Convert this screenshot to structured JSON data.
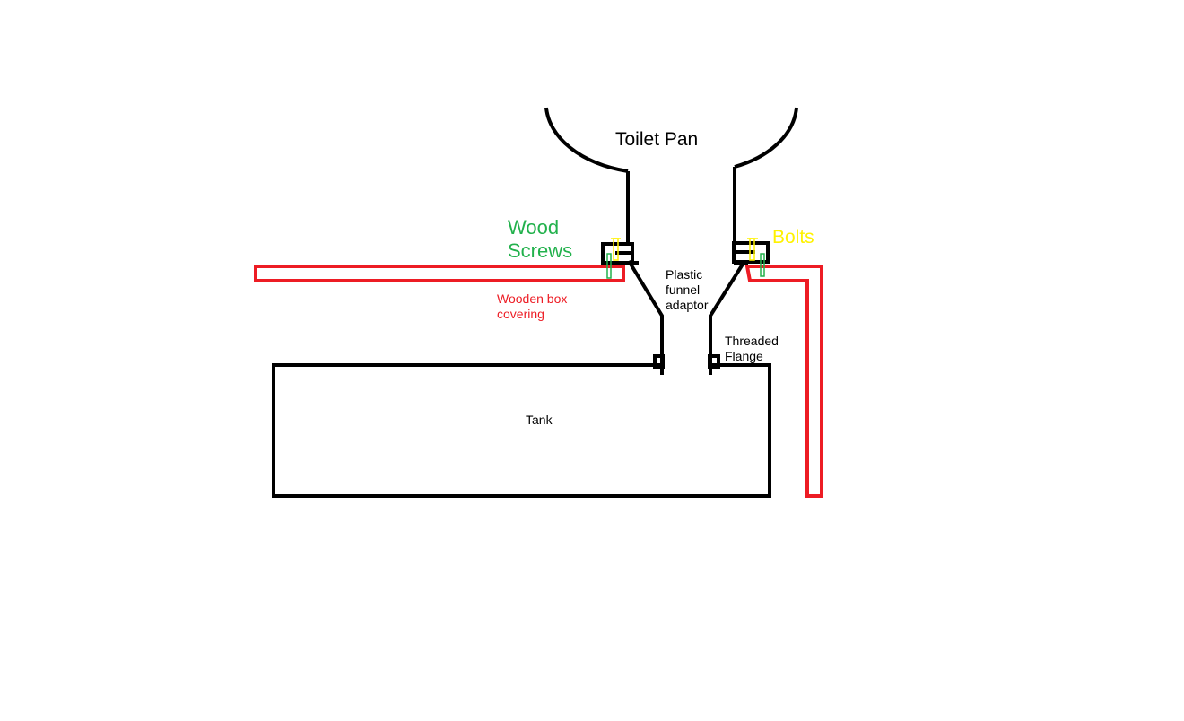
{
  "labels": {
    "toilet_pan": "Toilet Pan",
    "wood_screws_line1": "Wood",
    "wood_screws_line2": "Screws",
    "bolts": "Bolts",
    "funnel_line1": "Plastic",
    "funnel_line2": "funnel",
    "funnel_line3": "adaptor",
    "flange_line1": "Threaded",
    "flange_line2": "Flange",
    "box_line1": "Wooden box",
    "box_line2": "covering",
    "tank": "Tank"
  },
  "colors": {
    "outline": "#000000",
    "wood_box": "#ed1c24",
    "wood_screws": "#22b14c",
    "bolts": "#fff200",
    "background": "#ffffff"
  }
}
